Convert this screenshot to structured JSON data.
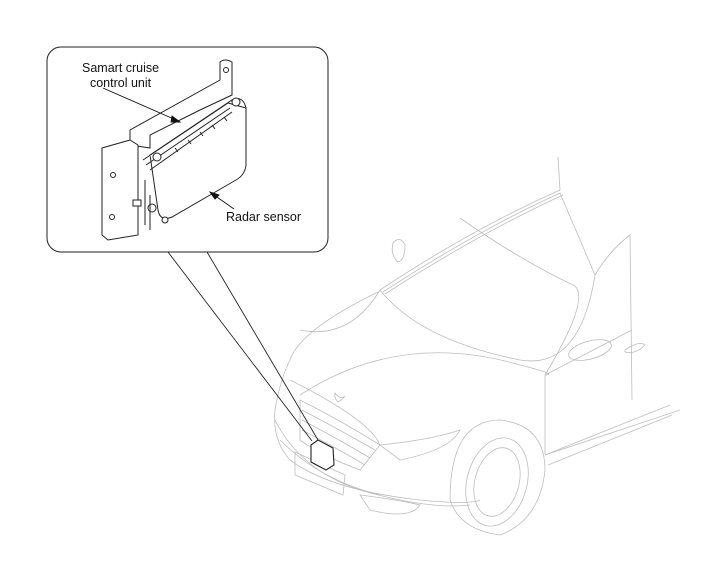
{
  "figure": {
    "labels": {
      "control_unit": [
        "Samart cruise",
        "control unit"
      ],
      "radar_sensor": "Radar sensor"
    },
    "colors": {
      "outline": "#222222",
      "car_line": "#b8b8b8",
      "background": "#ffffff"
    }
  }
}
